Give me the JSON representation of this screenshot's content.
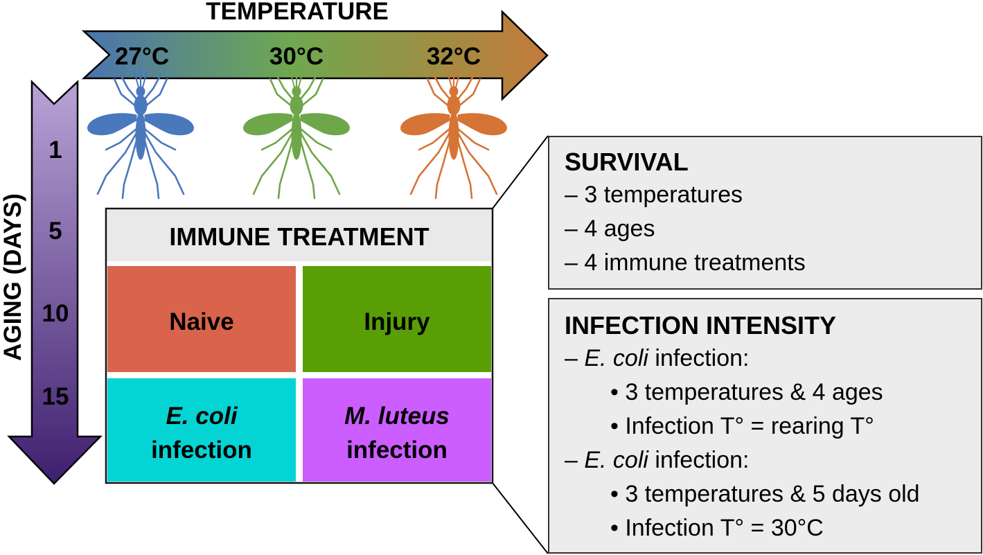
{
  "temperature": {
    "label": "TEMPERATURE",
    "levels": [
      "27°C",
      "30°C",
      "32°C"
    ],
    "gradient_colors": [
      "#4a74b0",
      "#6fa84f",
      "#c47a3a"
    ]
  },
  "aging": {
    "label": "AGING (DAYS)",
    "days": [
      "1",
      "5",
      "10",
      "15"
    ],
    "gradient_colors": [
      "#b9a3d6",
      "#3e1f6e"
    ]
  },
  "mosquito_colors": [
    "#4a78bd",
    "#6ea64a",
    "#d67436"
  ],
  "treatment": {
    "title": "IMMUNE TREATMENT",
    "cells": [
      {
        "line1": "Naive",
        "line2": "",
        "color": "#d9644b",
        "italic": false
      },
      {
        "line1": "Injury",
        "line2": "",
        "color": "#5a9e06",
        "italic": false
      },
      {
        "line1": "E. coli",
        "line2": "infection",
        "color": "#05d4d4",
        "italic": true
      },
      {
        "line1": "M. luteus",
        "line2": "infection",
        "color": "#cc5dff",
        "italic": true
      }
    ]
  },
  "survival": {
    "heading": "SURVIVAL",
    "items": [
      "– 3 temperatures",
      "– 4 ages",
      "– 4 immune treatments"
    ]
  },
  "infection_intensity": {
    "heading": "INFECTION INTENSITY",
    "group1": {
      "dash": "– ",
      "species": "E. coli",
      "rest": " infection:",
      "bullets": [
        "• 3 temperatures & 4 ages",
        "• Infection T° = rearing T°"
      ]
    },
    "group2": {
      "dash": "– ",
      "species": "E. coli",
      "rest": " infection:",
      "bullets": [
        "• 3 temperatures & 5 days old",
        "• Infection T° = 30°C"
      ]
    }
  }
}
